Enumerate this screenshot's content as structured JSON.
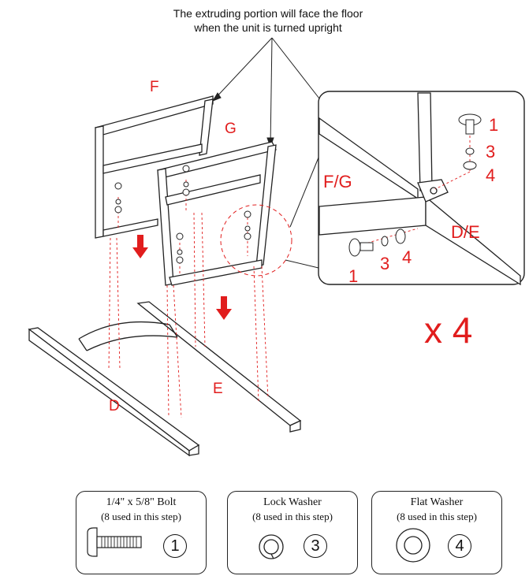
{
  "note": {
    "line1": "The extruding portion will face the floor",
    "line2": "when the unit is turned upright"
  },
  "parts": {
    "F": "F",
    "G": "G",
    "D": "D",
    "E": "E"
  },
  "detail": {
    "fg": "F/G",
    "de": "D/E",
    "n1a": "1",
    "n3a": "3",
    "n4a": "4",
    "n1b": "1",
    "n3b": "3",
    "n4b": "4"
  },
  "multiplier": "x 4",
  "hardware": [
    {
      "name": "1/4\" x 5/8\" Bolt",
      "qty": "(8 used in this step)",
      "num": "1"
    },
    {
      "name": "Lock Washer",
      "qty": "(8 used in this step)",
      "num": "3"
    },
    {
      "name": "Flat Washer",
      "qty": "(8 used in this step)",
      "num": "4"
    }
  ],
  "colors": {
    "accent": "#e11d1d",
    "line": "#222222"
  }
}
